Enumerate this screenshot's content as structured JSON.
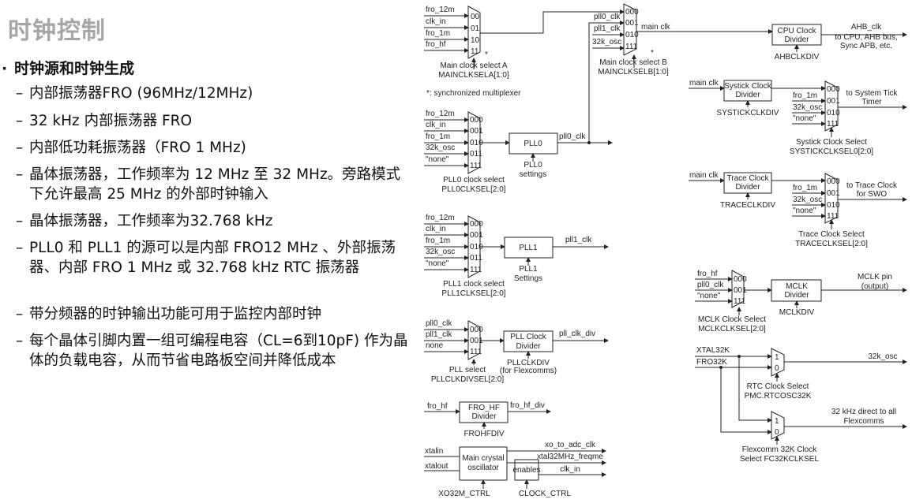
{
  "slide": {
    "title": "时钟控制",
    "bullet": "时钟源和时钟生成",
    "items": [
      "内部振荡器FRO (96MHz/12MHz)",
      "32 kHz 内部振荡器 FRO",
      "内部低功耗振荡器（FRO 1 MHz)",
      "晶体振荡器，工作频率为 12 MHz 至 32 MHz。旁路模式下允许最高 25 MHz 的外部时钟输入",
      "晶体振荡器，工作频率为32.768 kHz",
      "PLL0 和 PLL1 的源可以是内部 FRO12 MHz 、外部振荡器、内部 FRO 1 MHz 或 32.768 kHz RTC 振荡器",
      "带分频器的时钟输出功能可用于监控内部时钟",
      "每个晶体引脚内置一组可编程电容（CL=6到10pF) 作为晶体的负载电容，从而节省电路板空间并降低成本"
    ]
  },
  "diagram": {
    "main_a": {
      "inputs": [
        "fro_12m",
        "clk_in",
        "fro_1m",
        "fro_hf"
      ],
      "codes": [
        "00",
        "01",
        "10",
        "11"
      ],
      "star": "*",
      "label": "Main clock select A",
      "reg": "MAINCLKSELA[1:0]"
    },
    "sync_note": "*: synchronized multiplexer",
    "main_b": {
      "inputs": [
        "pll0_clk",
        "pll1_clk",
        "32k_osc"
      ],
      "codes": [
        "000",
        "001",
        "010",
        "111"
      ],
      "star": "*",
      "label": "Main clock select B",
      "reg": "MAINCLKSELB[1:0]",
      "output": "main clk"
    },
    "cpu": {
      "box1": "CPU Clock",
      "box2": "Divider",
      "reg": "AHBCLKDIV",
      "out1": "AHB_clk",
      "out2": "to CPU, AHB bus,",
      "out3": "Sync APB, etc."
    },
    "systick": {
      "input": "main clk",
      "box1": "Systick Clock",
      "box2": "Divider",
      "reg": "SYSTICKCLKDIV",
      "inputs": [
        "fro_1m",
        "32k_osc",
        "\"none\""
      ],
      "codes": [
        "000",
        "001",
        "010",
        "111"
      ],
      "out1": "to System Tick",
      "out2": "Timer",
      "label": "Systick Clock Select",
      "sel": "SYSTICKCLKSEL0[2:0]"
    },
    "trace": {
      "input": "main clk",
      "box1": "Trace Clock",
      "box2": "Divider",
      "reg": "TRACECLKDIV",
      "inputs": [
        "fro_1m",
        "32k_osc",
        "\"none\""
      ],
      "codes": [
        "000",
        "001",
        "010",
        "111"
      ],
      "out1": "to Trace Clock",
      "out2": "for SWO",
      "label": "Trace Clock Select",
      "sel": "TRACECLKSEL[2:0]"
    },
    "pll0": {
      "inputs": [
        "fro_12m",
        "clk_in",
        "fro_1m",
        "32k_osc",
        "\"none\""
      ],
      "codes": [
        "000",
        "001",
        "010",
        "011",
        "111"
      ],
      "box": "PLL0",
      "set1": "PLL0",
      "set2": "settings",
      "output": "pll0_clk",
      "label": "PLL0 clock select",
      "reg": "PLL0CLKSEL[2:0]"
    },
    "pll1": {
      "inputs": [
        "fro_12m",
        "clk_in",
        "fro_1m",
        "32k_osc",
        "\"none\""
      ],
      "codes": [
        "000",
        "001",
        "010",
        "011",
        "111"
      ],
      "box": "PLL1",
      "set1": "PLL1",
      "set2": "Settings",
      "output": "pll1_clk",
      "label": "PLL1 clock select",
      "reg": "PLL1CLKSEL[2:0]"
    },
    "plldiv": {
      "inputs": [
        "pll0_clk",
        "pll1_clk",
        "none"
      ],
      "codes": [
        "000",
        "001",
        "111"
      ],
      "box1": "PLL Clock",
      "box2": "Divider",
      "output": "pll_clk_div",
      "reg": "PLLCLKDIV",
      "note": "(for Flexcomms)",
      "label": "PLL select",
      "sel": "PLLCLKDIVSEL[2:0]"
    },
    "frohf": {
      "input": "fro_hf",
      "box1": "FRO_HF",
      "box2": "Divider",
      "output": "fro_hf_div",
      "reg": "FROHFDIV"
    },
    "xtal": {
      "in1": "xtalin",
      "in2": "xtalout",
      "box1": "Main crystal",
      "box2": "oscillator",
      "enables": "enables",
      "out1": "xo_to_adc_clk",
      "out2": "xtal32MHz_freqme",
      "out3": "clk_in",
      "reg1": "XO32M_CTRL",
      "reg2": "CLOCK_CTRL"
    },
    "mclk": {
      "inputs": [
        "fro_hf",
        "pll0_clk",
        "\"none\""
      ],
      "codes": [
        "000",
        "001",
        "111"
      ],
      "box1": "MCLK",
      "box2": "Divider",
      "reg": "MCLKDIV",
      "out1": "MCLK pin",
      "out2": "(output)",
      "label": "MCLK Clock Select",
      "sel": "MCLKCLKSEL[2:0]"
    },
    "rtc": {
      "in1": "XTAL32K",
      "in2": "FRO32K",
      "c1": "1",
      "c0": "0",
      "output": "32k_osc",
      "label": "RTC Clock Select",
      "reg": "PMC.RTCOSC32K"
    },
    "fc32k": {
      "c1": "1",
      "c0": "0",
      "out1": "32 kHz direct to all",
      "out2": "Flexcomms",
      "label": "Flexcomm 32K Clock",
      "reg": "Select FC32KCLKSEL"
    }
  }
}
